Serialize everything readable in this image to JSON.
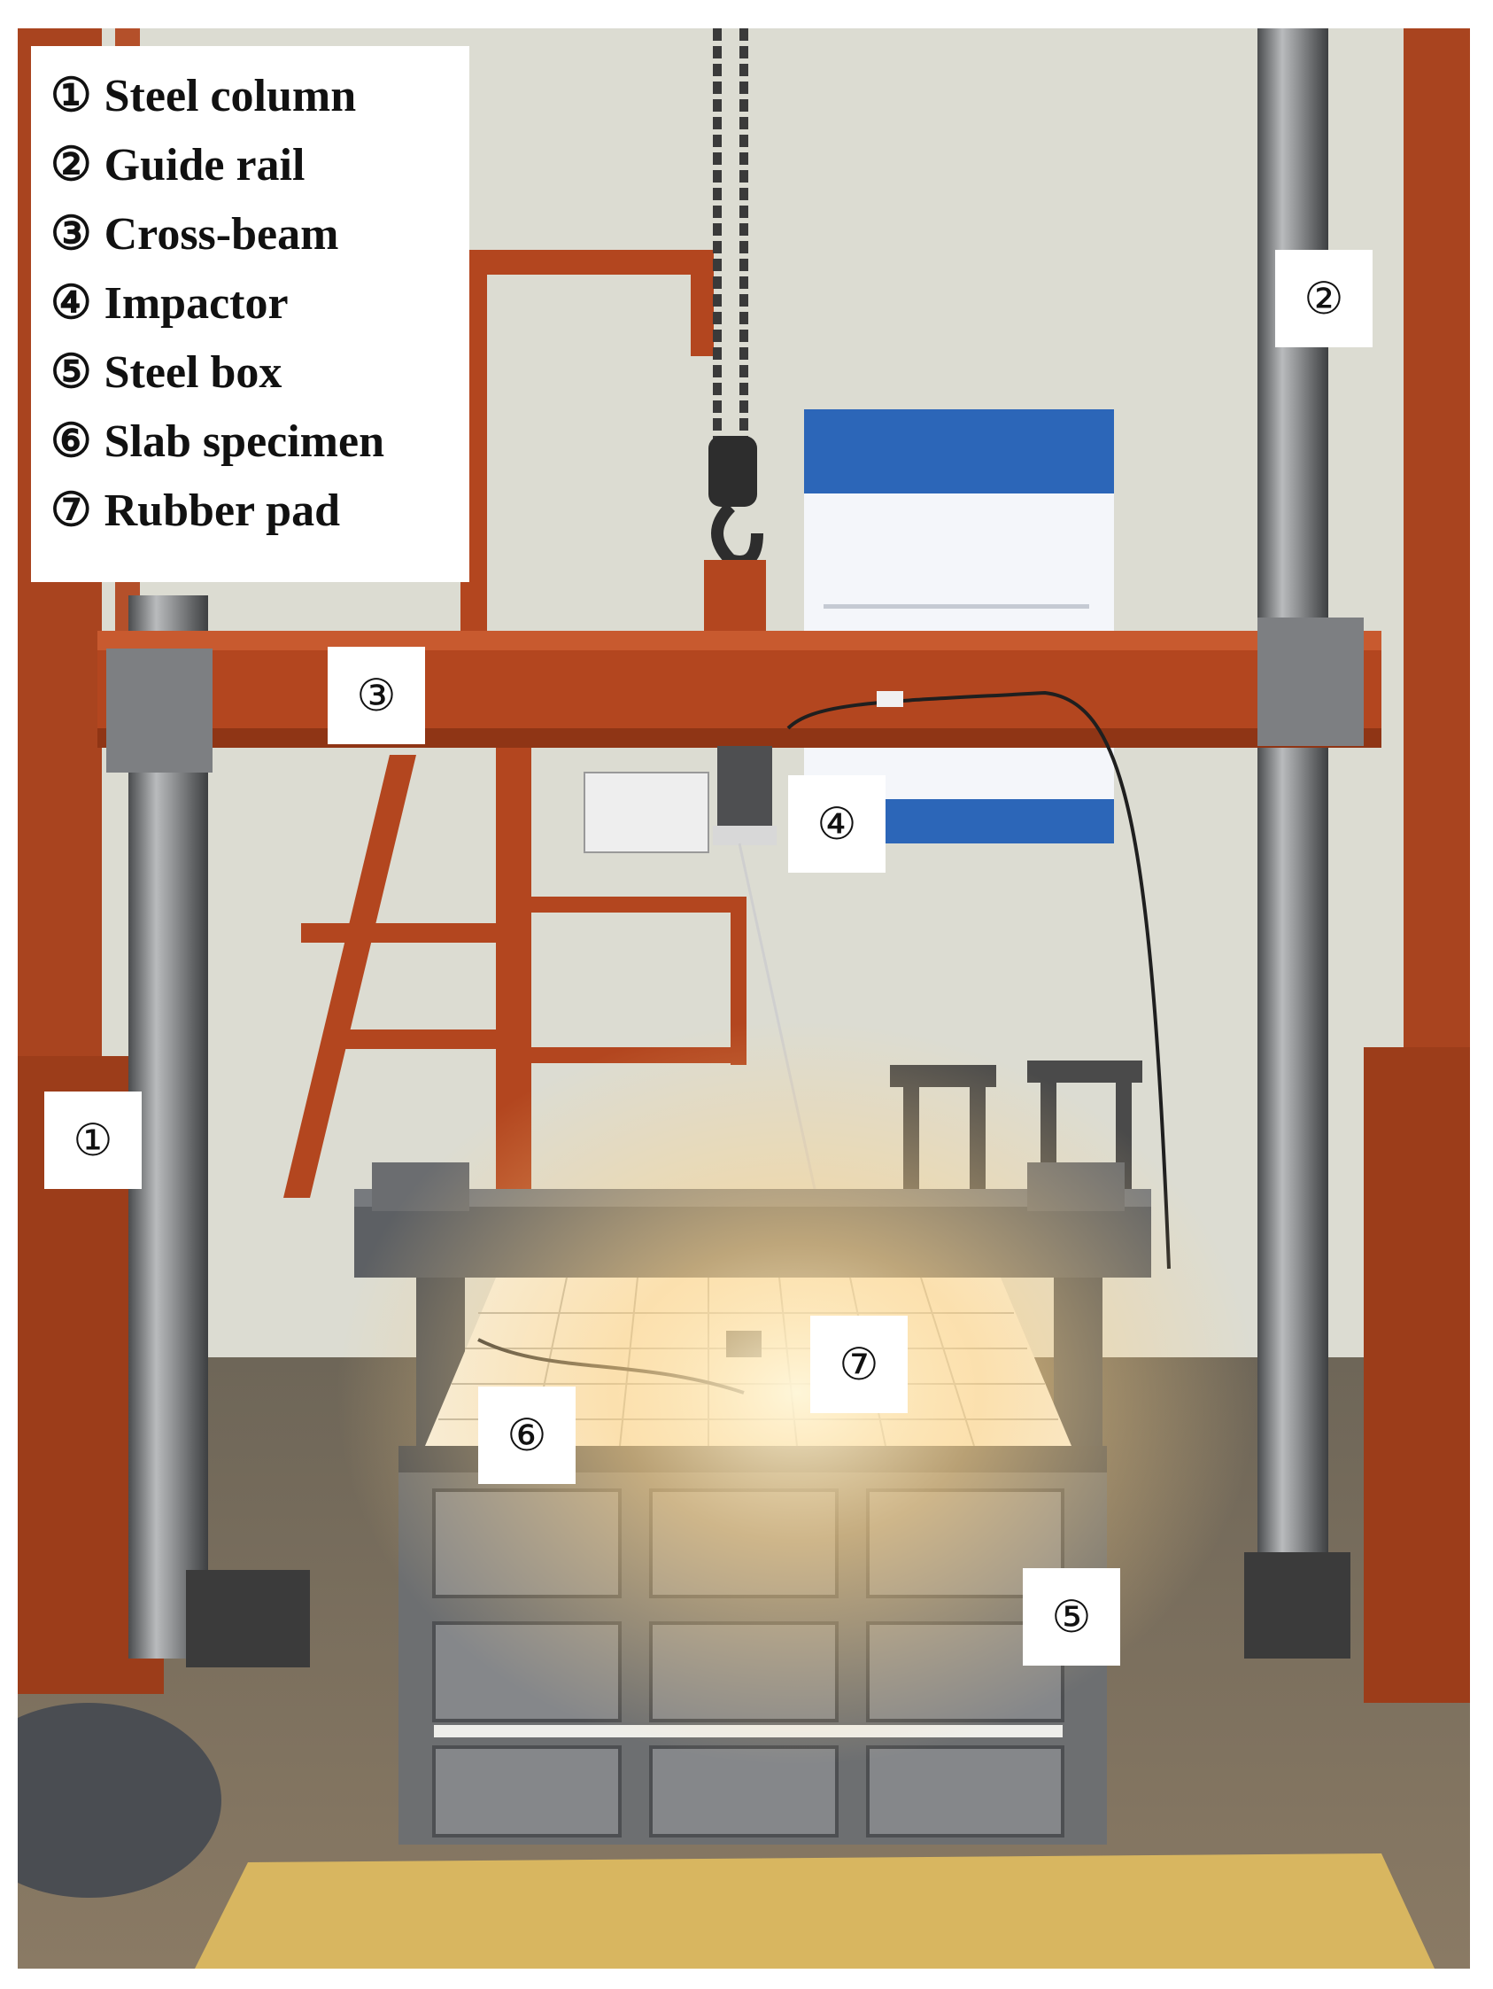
{
  "legend": [
    {
      "num": "①",
      "label": "Steel column"
    },
    {
      "num": "②",
      "label": "Guide rail"
    },
    {
      "num": "③",
      "label": "Cross-beam"
    },
    {
      "num": "④",
      "label": "Impactor"
    },
    {
      "num": "⑤",
      "label": "Steel box"
    },
    {
      "num": "⑥",
      "label": "Slab specimen"
    },
    {
      "num": "⑦",
      "label": "Rubber pad"
    }
  ],
  "tags": {
    "column": "①",
    "guide_rail": "②",
    "cross_beam": "③",
    "impactor": "④",
    "steel_box": "⑤",
    "slab": "⑥",
    "rubber_pad": "⑦"
  },
  "colors": {
    "wall": "#dcdcd2",
    "frame_orange": "#b3461f",
    "steel_grey": "#6b6d70",
    "column_steel": "#8a8c8e",
    "slab_white": "#f6f1e4",
    "glow": "#ffd58a",
    "floor": "#8a7a64",
    "mat_yellow": "#d8b660"
  }
}
